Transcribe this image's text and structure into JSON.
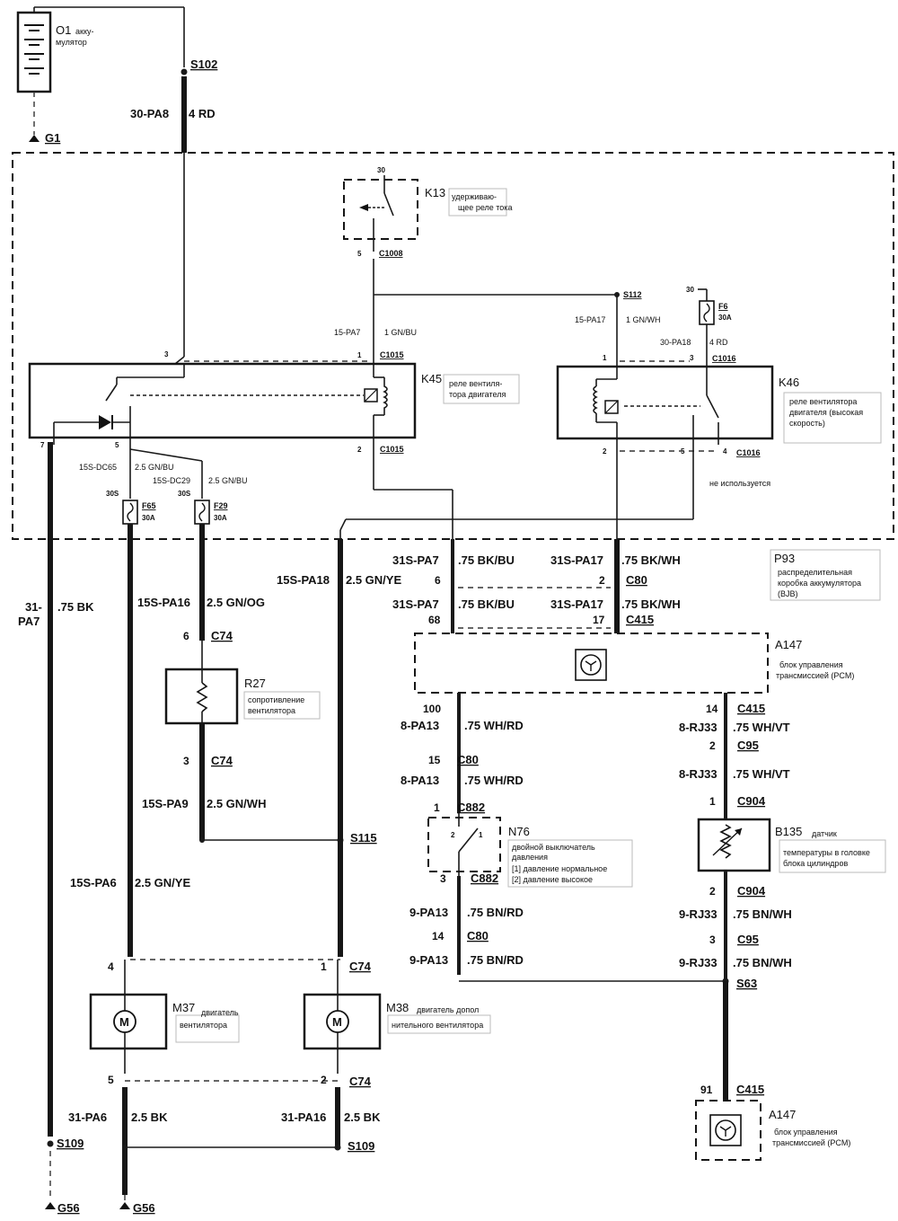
{
  "components": {
    "battery": {
      "id": "O1",
      "desc_1": "акку-",
      "desc_2": "мулятор"
    },
    "k13": {
      "id": "K13",
      "desc_1": "удерживаю-",
      "desc_2": "щее реле тока"
    },
    "k45": {
      "id": "K45",
      "desc_1": "реле вентиля-",
      "desc_2": "тора двигателя"
    },
    "k46": {
      "id": "K46",
      "desc_1": "реле вентилятора",
      "desc_2": "двигателя (высокая",
      "desc_3": "скорость)"
    },
    "p93": {
      "id": "P93",
      "desc_1": "распределительная",
      "desc_2": "коробка аккумулятора",
      "desc_3": "(BJB)"
    },
    "a147_top": {
      "id": "A147",
      "desc_1": "блок управления",
      "desc_2": "трансмиссией (PCM)"
    },
    "r27": {
      "id": "R27",
      "desc_1": "сопротивление",
      "desc_2": "вентилятора"
    },
    "n76": {
      "id": "N76",
      "desc_1": "двойной выключатель",
      "desc_2": "давления",
      "desc_3": "[1] давление нормальное",
      "desc_4": "[2] давление высокое"
    },
    "b135": {
      "id": "B135",
      "desc_1": "датчик",
      "desc_2": "температуры в головке",
      "desc_3": "блока цилиндров"
    },
    "m37": {
      "id": "M37",
      "desc_1": "двигатель",
      "desc_2": "вентилятора"
    },
    "m38": {
      "id": "M38",
      "desc_1": "двигатель допол",
      "desc_2": "нительного вентилятора"
    },
    "a147_bottom": {
      "id": "A147",
      "desc_1": "блок управления",
      "desc_2": "трансмиссией (PCM)"
    }
  },
  "fuses": {
    "f6": {
      "id": "F6",
      "rating": "30A",
      "pin": "30"
    },
    "f65": {
      "id": "F65",
      "rating": "30A",
      "pin": "30S"
    },
    "f29": {
      "id": "F29",
      "rating": "30A",
      "pin": "30S"
    }
  },
  "nodes": {
    "s102": "S102",
    "s112": "S112",
    "s115": "S115",
    "s63": "S63",
    "s109_left": "S109",
    "s109_right": "S109",
    "g1": "G1",
    "g56_left": "G56",
    "g56_right": "G56"
  },
  "wires": {
    "bat_feed": {
      "code": "30-PA8",
      "spec": "4 RD"
    },
    "k45_coil": {
      "code": "15-PA7",
      "spec": "1 GN/BU"
    },
    "k46_coil": {
      "code": "15-PA17",
      "spec": "1 GN/WH"
    },
    "k46_feed": {
      "code": "30-PA18",
      "spec": "4 RD"
    },
    "dc65": {
      "code": "15S-DC65",
      "spec": "2.5 GN/BU"
    },
    "dc29": {
      "code": "15S-DC29",
      "spec": "2.5 GN/BU"
    },
    "pa7_top": {
      "code": "31S-PA7",
      "spec": ".75 BK/BU"
    },
    "pa17_top": {
      "code": "31S-PA17",
      "spec": ".75 BK/WH"
    },
    "pa7_bot": {
      "code": "31S-PA7",
      "spec": ".75 BK/BU"
    },
    "pa17_bot": {
      "code": "31S-PA17",
      "spec": ".75 BK/WH"
    },
    "pa18": {
      "code": "15S-PA18",
      "spec": "2.5 GN/YE"
    },
    "ground_left_1": "31-",
    "ground_left_2": "PA7",
    "ground_left_spec": ".75 BK",
    "pa16": {
      "code": "15S-PA16",
      "spec": "2.5 GN/OG"
    },
    "pa9": {
      "code": "15S-PA9",
      "spec": "2.5 GN/WH"
    },
    "pa6": {
      "code": "15S-PA6",
      "spec": "2.5 GN/YE"
    },
    "pa13_a": {
      "code": "8-PA13",
      "spec": ".75 WH/RD"
    },
    "pa13_b": {
      "code": "8-PA13",
      "spec": ".75 WH/RD"
    },
    "rj33_a": {
      "code": "8-RJ33",
      "spec": ".75 WH/VT"
    },
    "rj33_b": {
      "code": "8-RJ33",
      "spec": ".75 WH/VT"
    },
    "pa13_c": {
      "code": "9-PA13",
      "spec": ".75 BN/RD"
    },
    "pa13_d": {
      "code": "9-PA13",
      "spec": ".75 BN/RD"
    },
    "rj33_c": {
      "code": "9-RJ33",
      "spec": ".75 BN/WH"
    },
    "rj33_d": {
      "code": "9-RJ33",
      "spec": ".75 BN/WH"
    },
    "m37_gnd": {
      "code": "31-PA6",
      "spec": "2.5 BK"
    },
    "m38_gnd": {
      "code": "31-PA16",
      "spec": "2.5 BK"
    }
  },
  "connectors": {
    "c1008": "C1008",
    "c1015_a": "C1015",
    "c1015_b": "C1015",
    "c1016_a": "C1016",
    "c1016_b": "C1016",
    "c80_a": "C80",
    "c415_a": "C415",
    "c74_a": "C74",
    "c74_b": "C74",
    "c74_c": "C74",
    "c74_d": "C74",
    "c415_b": "C415",
    "c95_a": "C95",
    "c80_b": "C80",
    "c904_a": "C904",
    "c882_a": "C882",
    "c882_b": "C882",
    "c904_b": "C904",
    "c80_c": "C80",
    "c95_b": "C95",
    "c415_c": "C415"
  },
  "pins": {
    "k13_30": "30",
    "k13_5": "5",
    "k45_3": "3",
    "k45_1": "1",
    "k45_2": "2",
    "k45_7": "7",
    "k45_5": "5",
    "k46_1": "1",
    "k46_3": "3",
    "k46_2": "2",
    "k46_5": "5",
    "k46_4": "4",
    "p6": "6",
    "p2": "2",
    "p68": "68",
    "p17": "17",
    "c74_6": "6",
    "c74_3": "3",
    "pcm_100": "100",
    "pcm_14": "14",
    "c80_15": "15",
    "c95_2": "2",
    "c904_1": "1",
    "c882_1": "1",
    "c882_3": "3",
    "c904_2": "2",
    "c80_14": "14",
    "c95_3": "3",
    "m37_4": "4",
    "m37_5": "5",
    "m38_1": "1",
    "m38_2": "2",
    "pcm_91": "91",
    "n76_sw_2": "2",
    "n76_sw_1": "1"
  },
  "notes": {
    "unused": "не используется"
  }
}
